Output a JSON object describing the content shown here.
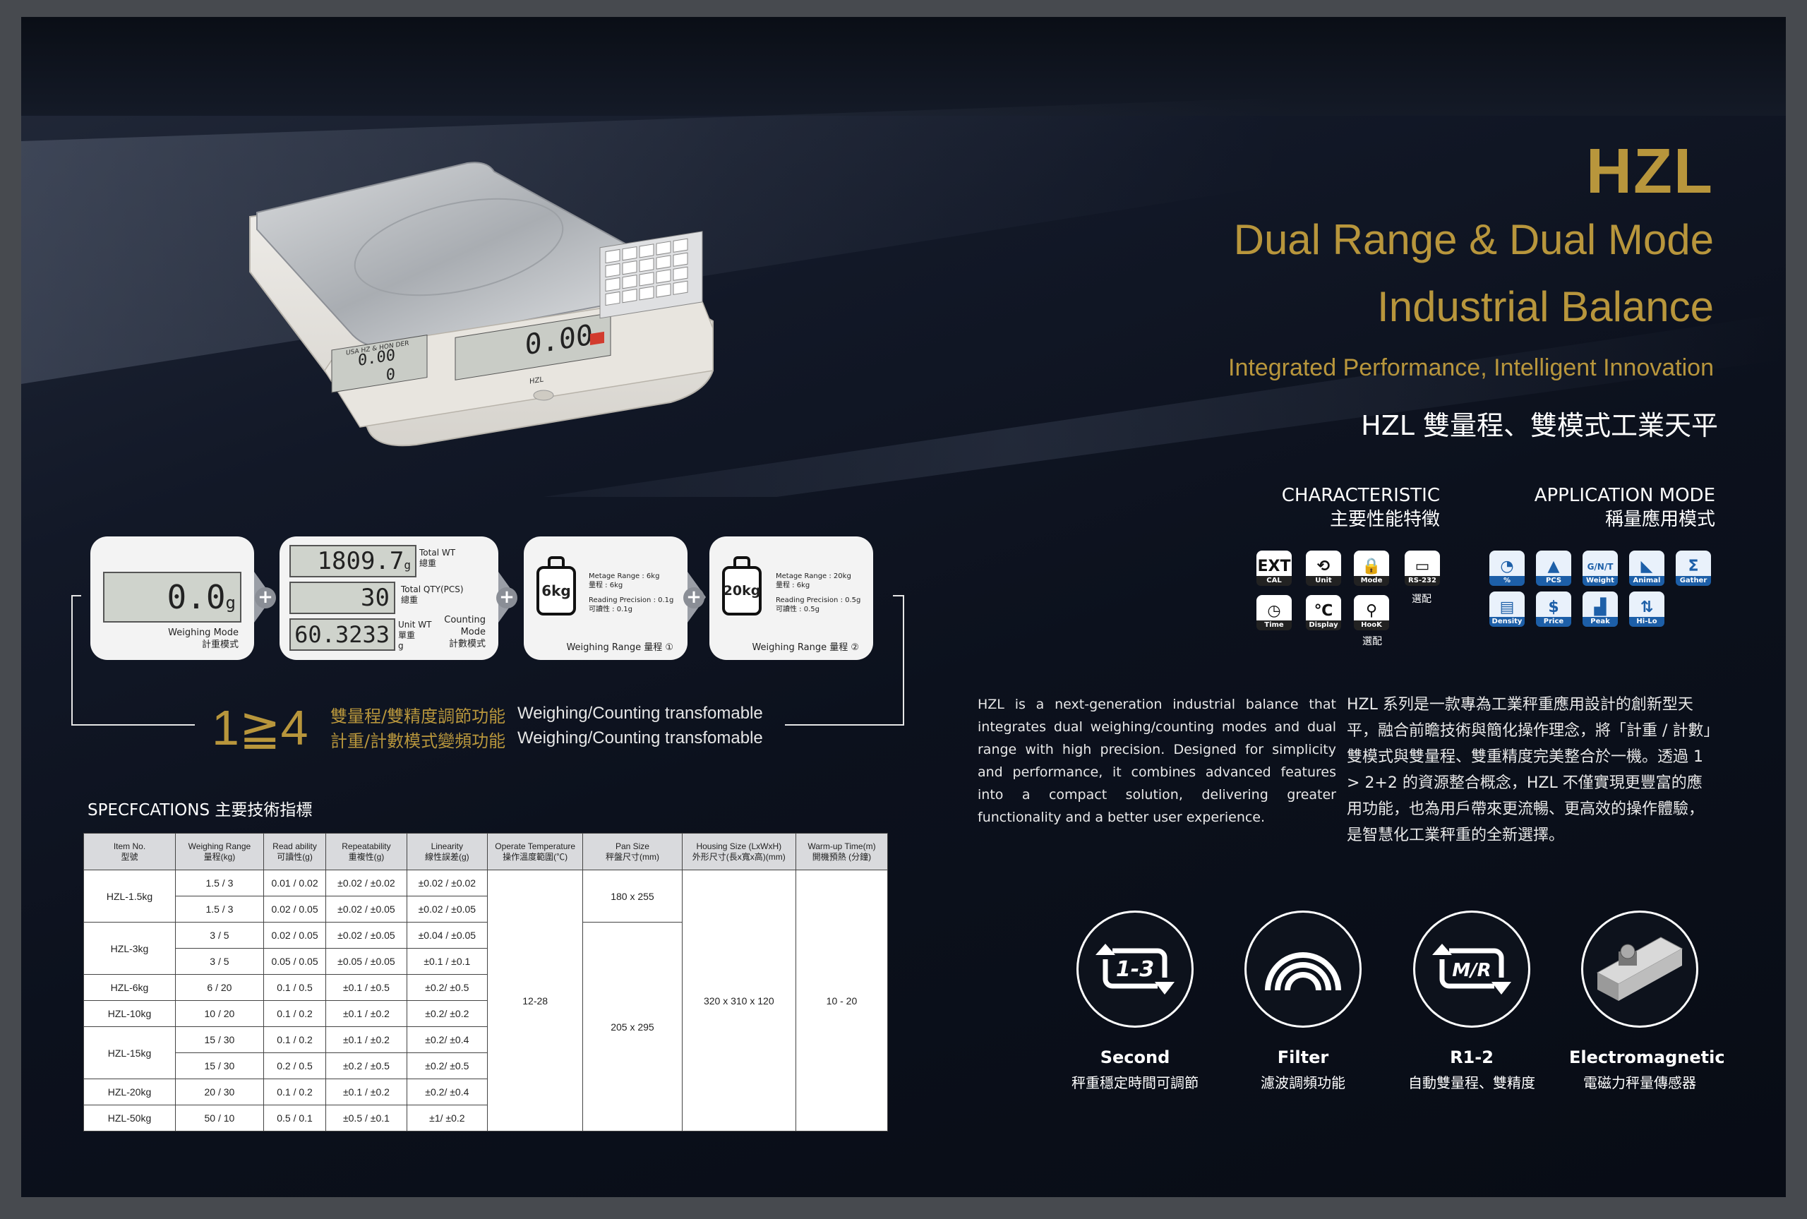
{
  "header": {
    "title": "HZL",
    "subtitle_line1": "Dual Range & Dual Mode",
    "subtitle_line2": "Industrial Balance",
    "tagline": "Integrated Performance, Intelligent Innovation",
    "cn_title": "HZL 雙量程、雙模式工業天平"
  },
  "characteristic": {
    "title_en": "CHARACTERISTIC",
    "title_cn": "主要性能特徵",
    "icons": [
      {
        "label": "CAL",
        "sym": "EXT",
        "icon": "cal-icon"
      },
      {
        "label": "Unit",
        "sym": "⟲",
        "icon": "unit-icon"
      },
      {
        "label": "Mode",
        "sym": "🔒",
        "icon": "mode-icon"
      },
      {
        "label": "RS-232",
        "sym": "▭",
        "icon": "rs232-icon"
      },
      {
        "label": "Time",
        "sym": "◷",
        "icon": "time-icon"
      },
      {
        "label": "Display",
        "sym": "℃",
        "icon": "display-icon"
      },
      {
        "label": "HooK",
        "sym": "⚲",
        "icon": "hook-icon"
      }
    ],
    "note1": "選配",
    "note2": "選配"
  },
  "application": {
    "title_en": "APPLICATION MODE",
    "title_cn": "稱量應用模式",
    "icons": [
      {
        "label": "%",
        "sym": "◔",
        "icon": "percent-icon"
      },
      {
        "label": "PCS",
        "sym": "▲",
        "icon": "pcs-icon"
      },
      {
        "label": "Weight",
        "sym": "G/N/T",
        "icon": "weight-icon"
      },
      {
        "label": "Animal",
        "sym": "◣",
        "icon": "animal-icon"
      },
      {
        "label": "Gather",
        "sym": "Σ",
        "icon": "gather-icon"
      },
      {
        "label": "Density",
        "sym": "▤",
        "icon": "density-icon"
      },
      {
        "label": "Price",
        "sym": "$",
        "icon": "price-icon"
      },
      {
        "label": "Peak",
        "sym": "▟",
        "icon": "peak-icon"
      },
      {
        "label": "Hi-Lo",
        "sym": "⇅",
        "icon": "hilo-icon"
      }
    ]
  },
  "description": {
    "en": "HZL is a next-generation industrial balance that integrates dual weighing/counting modes and dual range with high precision. Designed for simplicity and performance, it combines advanced features into a compact solution, delivering greater functionality and a better user experience.",
    "cn": "HZL 系列是一款專為工業秤重應用設計的創新型天平，融合前瞻技術與簡化操作理念，將「計重 / 計數」雙模式與雙量程、雙重精度完美整合於一機。透過 1 > 2+2 的資源整合概念，HZL 不僅實現更豐富的應用功能，也為用戶帶來更流暢、更高效的操作體驗，是智慧化工業秤重的全新選擇。"
  },
  "features": [
    {
      "en": "Second",
      "cn": "秤重穩定時間可調節",
      "icon": "stability-time-icon",
      "sym": "1-3"
    },
    {
      "en": "Filter",
      "cn": "濾波調頻功能",
      "icon": "filter-icon",
      "sym": ""
    },
    {
      "en": "R1-2",
      "cn": "自動雙量程、雙精度",
      "icon": "range-switch-icon",
      "sym": "M/R"
    },
    {
      "en": "Electromagnetic",
      "cn": "電磁力秤量傳感器",
      "icon": "sensor-icon",
      "sym": ""
    }
  ],
  "scale": {
    "display_left_top": "0.00",
    "display_left_bottom": "0",
    "display_main": "0.00",
    "brand": "USA HZ & HON DER",
    "model": "HZL"
  },
  "modes": {
    "weighing_value": "0.0",
    "weighing_unit": "g",
    "weighing_en": "Weighing Mode",
    "weighing_cn": "計重模式",
    "total_wt": "1809.7",
    "total_wt_unit": "g",
    "total_wt_en": "Total WT",
    "total_wt_cn": "總重",
    "total_qty": "30",
    "total_qty_en": "Total QTY(PCS)",
    "total_qty_cn": "總重",
    "unit_wt": "60.3233",
    "unit_wt_en": "Unit WT",
    "unit_wt_cn": "單重",
    "unit_wt_unit": "g",
    "counting_en": "Counting",
    "counting_en2": "Mode",
    "counting_cn": "計數模式",
    "range1_weight": "6kg",
    "range1_l1": "Metage Range : 6kg",
    "range1_l2": "量程 : 6kg",
    "range1_l3": "Reading Precision : 0.1g",
    "range1_l4": "可讀性 : 0.1g",
    "range1_caption": "Weighing Range 量程 ①",
    "range2_weight": "20kg",
    "range2_l1": "Metage Range : 20kg",
    "range2_l2": "量程 : 6kg",
    "range2_l3": "Reading Precision : 0.5g",
    "range2_l4": "可讀性 : 0.5g",
    "range2_caption": "Weighing Range 量程 ②",
    "plus": "+"
  },
  "ratio": {
    "label": "1≧4",
    "cn1": "雙量程/雙精度調節功能",
    "cn2": "計重/計數模式變頻功能",
    "en1": "Weighing/Counting transfomable",
    "en2": "Weighing/Counting transfomable"
  },
  "specs": {
    "title": "SPECFCATIONS 主要技術指標",
    "headers": [
      [
        "Item No.",
        "型號"
      ],
      [
        "Weighing Range",
        "量程(kg)"
      ],
      [
        "Read ability",
        "可讀性(g)"
      ],
      [
        "Repeatability",
        "重複性(g)"
      ],
      [
        "Linearity",
        "線性誤差(g)"
      ],
      [
        "Operate Temperature",
        "操作溫度範圍(℃)"
      ],
      [
        "Pan Size",
        "秤盤尺寸(mm)"
      ],
      [
        "Housing Size (LxWxH)",
        "外形尺寸(長x寬x高)(mm)"
      ],
      [
        "Warm-up Time(m)",
        "開機預熱 (分鐘)"
      ]
    ],
    "models": [
      "HZL-1.5kg",
      "HZL-3kg",
      "HZL-6kg",
      "HZL-10kg",
      "HZL-15kg",
      "HZL-20kg",
      "HZL-50kg"
    ],
    "rows": [
      [
        "1.5 / 3",
        "0.01 / 0.02",
        "±0.02 / ±0.02",
        "±0.02 / ±0.02"
      ],
      [
        "1.5 / 3",
        "0.02 / 0.05",
        "±0.02 / ±0.05",
        "±0.02 / ±0.05"
      ],
      [
        "3 / 5",
        "0.02 / 0.05",
        "±0.02 / ±0.05",
        "±0.04 / ±0.05"
      ],
      [
        "3 / 5",
        "0.05 / 0.05",
        "±0.05 / ±0.05",
        "±0.1 / ±0.1"
      ],
      [
        "6 / 20",
        "0.1 / 0.5",
        "±0.1 / ±0.5",
        "±0.2/ ±0.5"
      ],
      [
        "10 / 20",
        "0.1 / 0.2",
        "±0.1 / ±0.2",
        "±0.2/ ±0.2"
      ],
      [
        "15 / 30",
        "0.1 / 0.2",
        "±0.1 / ±0.2",
        "±0.2/ ±0.4"
      ],
      [
        "15 / 30",
        "0.2 / 0.5",
        "±0.2 / ±0.5",
        "±0.2/ ±0.5"
      ],
      [
        "20 / 30",
        "0.1 / 0.2",
        "±0.1 / ±0.2",
        "±0.2/ ±0.4"
      ],
      [
        "50 / 10",
        "0.5 / 0.1",
        "±0.5 / ±0.1",
        "±1/ ±0.2"
      ]
    ],
    "temp": "12-28",
    "pan_small": "180 x 255",
    "pan_large": "205 x 295",
    "housing": "320 x 310 x 120",
    "warmup": "10 - 20"
  }
}
